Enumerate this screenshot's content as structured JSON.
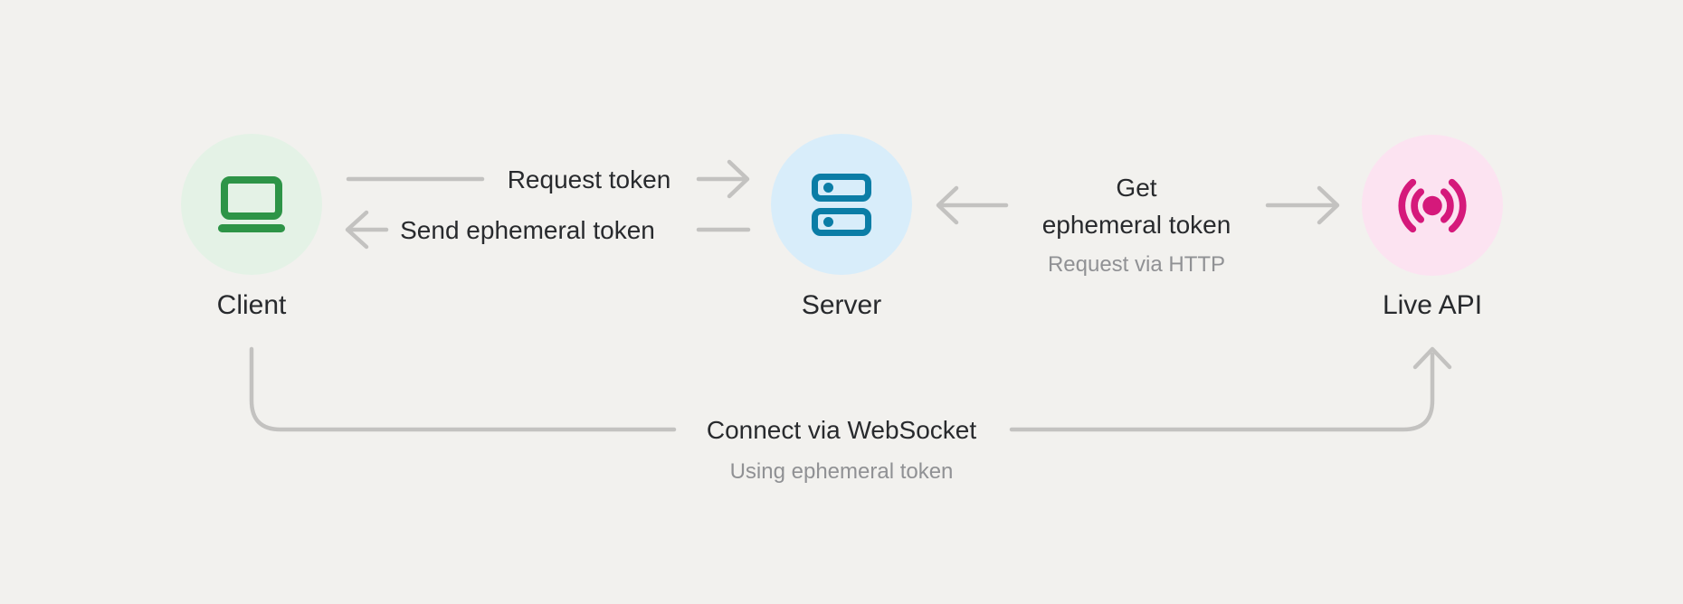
{
  "colors": {
    "bg": "#f2f1ee",
    "line": "#c3c2c0",
    "text_dark": "#282a2d",
    "text_gray": "#909194",
    "green": "#2d9447",
    "green_bg": "#e4f2e6",
    "blue": "#0b7da6",
    "blue_bg": "#d8edfa",
    "pink": "#d5197b",
    "pink_bg": "#fce3f1"
  },
  "nodes": {
    "client": {
      "label": "Client",
      "icon": "laptop-icon"
    },
    "server": {
      "label": "Server",
      "icon": "server-stack-icon"
    },
    "live_api": {
      "label": "Live API",
      "icon": "live-broadcast-icon"
    }
  },
  "edges": {
    "request_token": {
      "label": "Request token",
      "direction": "client-to-server"
    },
    "send_ephemeral_token": {
      "label": "Send ephemeral token",
      "direction": "server-to-client"
    },
    "get_ephemeral_token": {
      "label_line1": "Get",
      "label_line2": "ephemeral token",
      "sublabel": "Request via HTTP",
      "direction": "server-to-live-api"
    },
    "connect_websocket": {
      "label": "Connect via WebSocket",
      "sublabel": "Using ephemeral token",
      "direction": "client-to-live-api"
    }
  }
}
